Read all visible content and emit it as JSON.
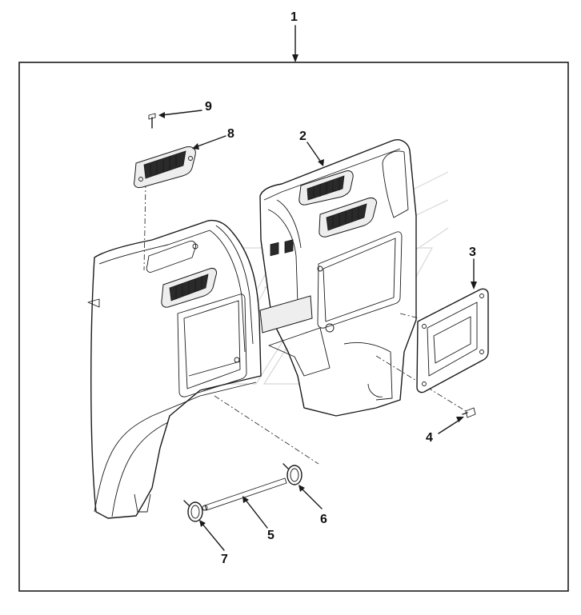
{
  "callouts": {
    "c1": "1",
    "c2": "2",
    "c3": "3",
    "c4": "4",
    "c5": "5",
    "c6": "6",
    "c7": "7",
    "c8": "8",
    "c9": "9"
  },
  "colors": {
    "line": "#1a1a1a",
    "background": "#ffffff",
    "watermark": "#d8d8d8"
  }
}
